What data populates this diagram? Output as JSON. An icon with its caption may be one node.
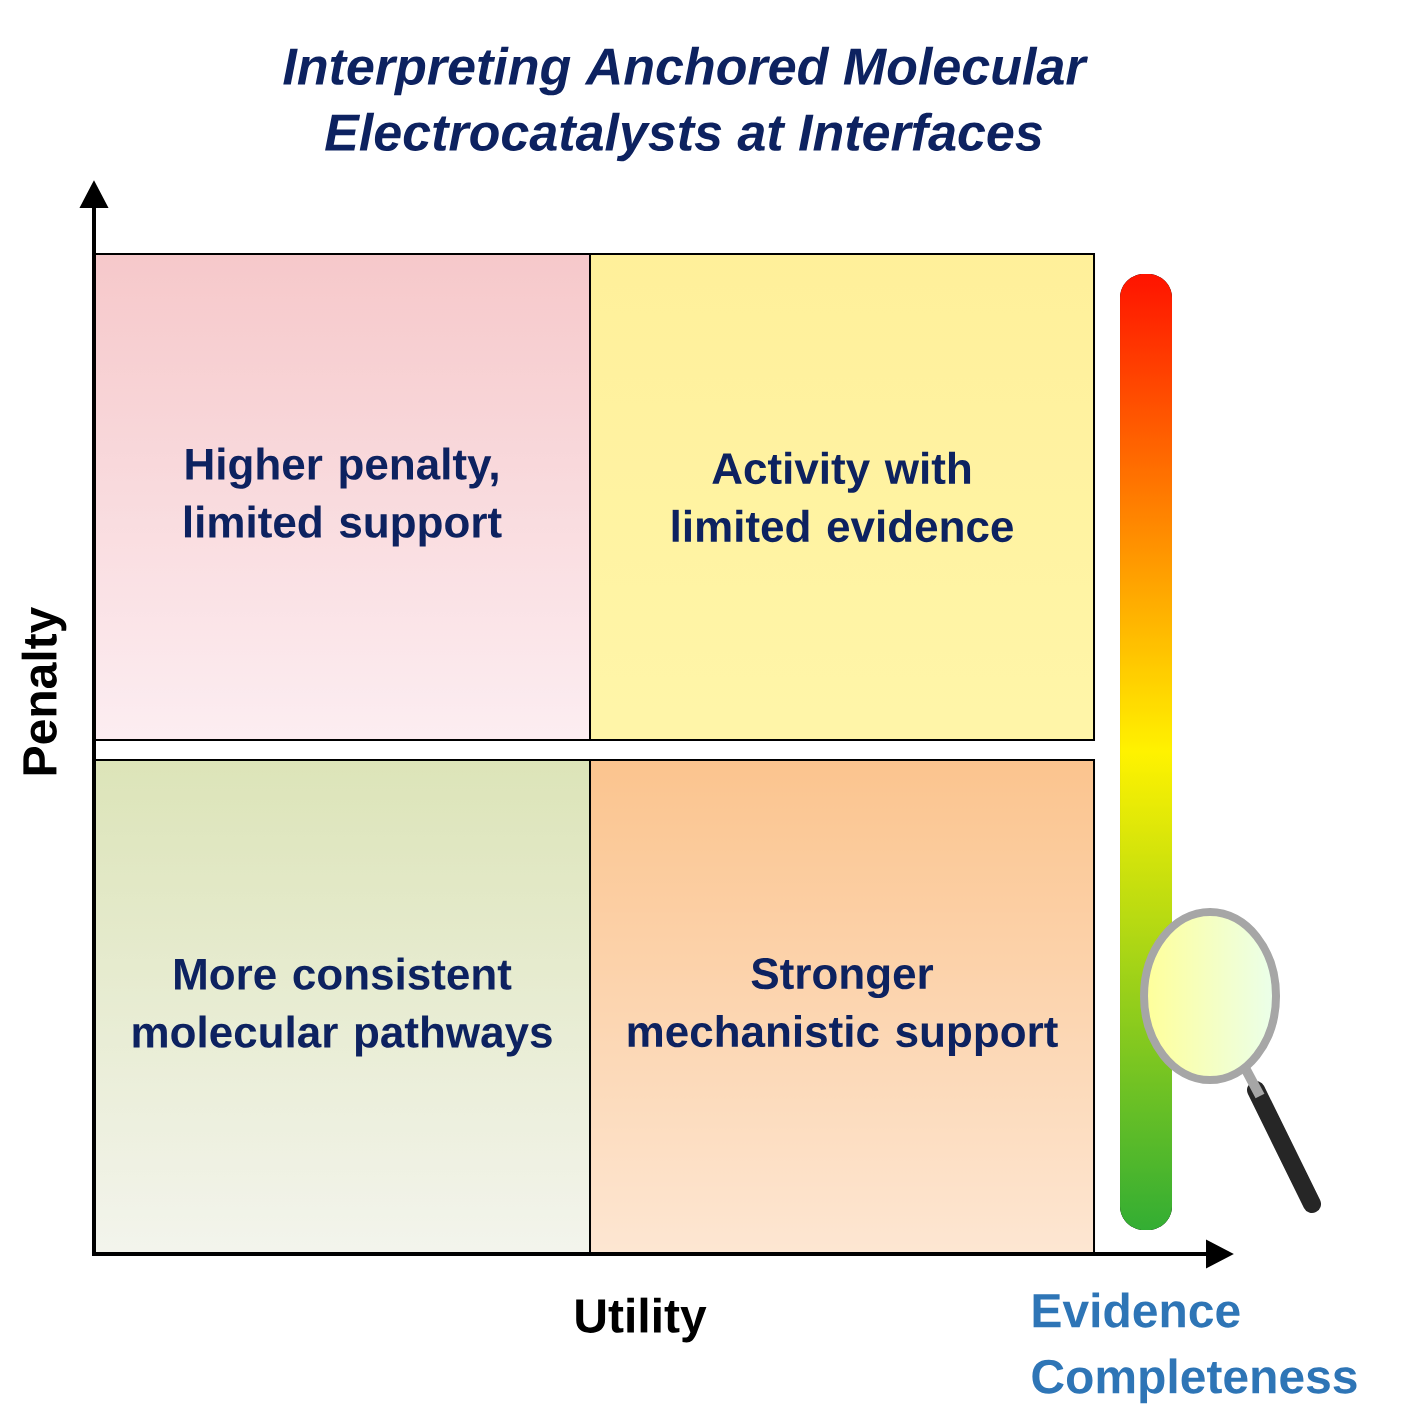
{
  "diagram": {
    "title": "Interpreting Anchored Molecular Electrocatalysts at Interfaces",
    "nodes": [
      {
        "text": [
          "Higher penalty, limited support"
        ]
      },
      {
        "text": [
          "Activity with limited evidence"
        ]
      },
      {
        "text": [
          "More consistent molecular pathways"
        ]
      },
      {
        "text": [
          "Stronger mechanistic support"
        ]
      }
    ],
    "labels": [
      "Penalty",
      "Utility",
      "Evidence Completeness"
    ]
  }
}
